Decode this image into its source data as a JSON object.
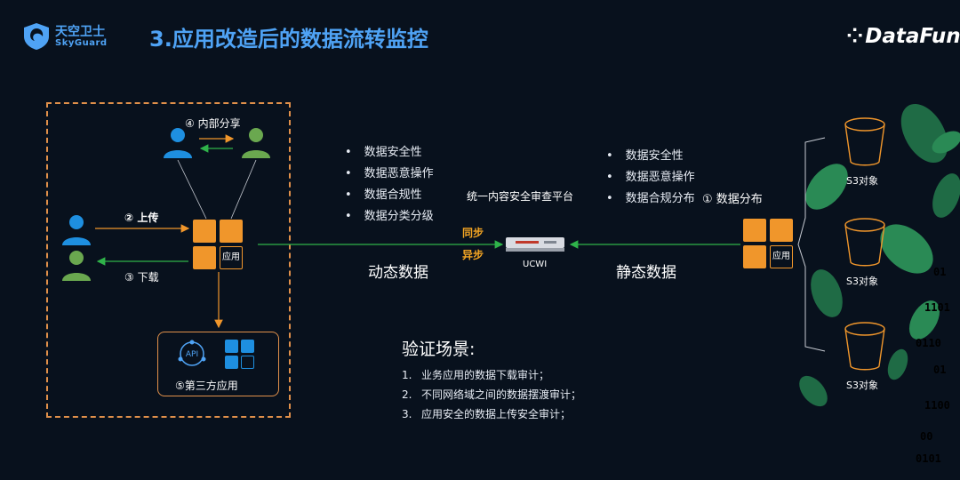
{
  "brand": {
    "name_cn": "天空卫士",
    "name_en": "SkyGuard"
  },
  "title": "3.应用改造后的数据流转监控",
  "partner_logo": "DataFun.",
  "left": {
    "internal_share": "④ 内部分享",
    "upload": "② 上传",
    "download": "③ 下载",
    "app_label": "应用",
    "third_party": "⑤第三方应用",
    "api_label": "API"
  },
  "dynamic_bullets": [
    "数据安全性",
    "数据恶意操作",
    "数据合规性",
    "数据分类分级"
  ],
  "dynamic_label": "动态数据",
  "platform": {
    "name": "统一内容安全审查平台",
    "sync": "同步",
    "async": "异步",
    "device": "UCWI"
  },
  "static_bullets": [
    "数据安全性",
    "数据恶意操作",
    "数据合规分布"
  ],
  "static_label": "静态数据",
  "distribution": "① 数据分布",
  "right_app_label": "应用",
  "s3_labels": [
    "S3对象",
    "S3对象",
    "S3对象"
  ],
  "scenarios": {
    "title": "验证场景:",
    "items": [
      {
        "num": "1.",
        "text": "业务应用的数据下载审计；"
      },
      {
        "num": "2.",
        "text": "不同网络域之间的数据摆渡审计；"
      },
      {
        "num": "3.",
        "text": "应用安全的数据上传安全审计；"
      }
    ]
  },
  "colors": {
    "accent_blue": "#4fa3f5",
    "orange": "#f0962b",
    "green_line": "#2fb34a",
    "user_blue": "#1e8fe0",
    "user_green": "#6aa84f"
  },
  "icons": [
    "skyguard-shield-icon",
    "user-blue-icon",
    "user-green-icon",
    "app-tiles-icon",
    "api-icon",
    "device-icon",
    "bucket-icon",
    "leaf-decoration"
  ]
}
